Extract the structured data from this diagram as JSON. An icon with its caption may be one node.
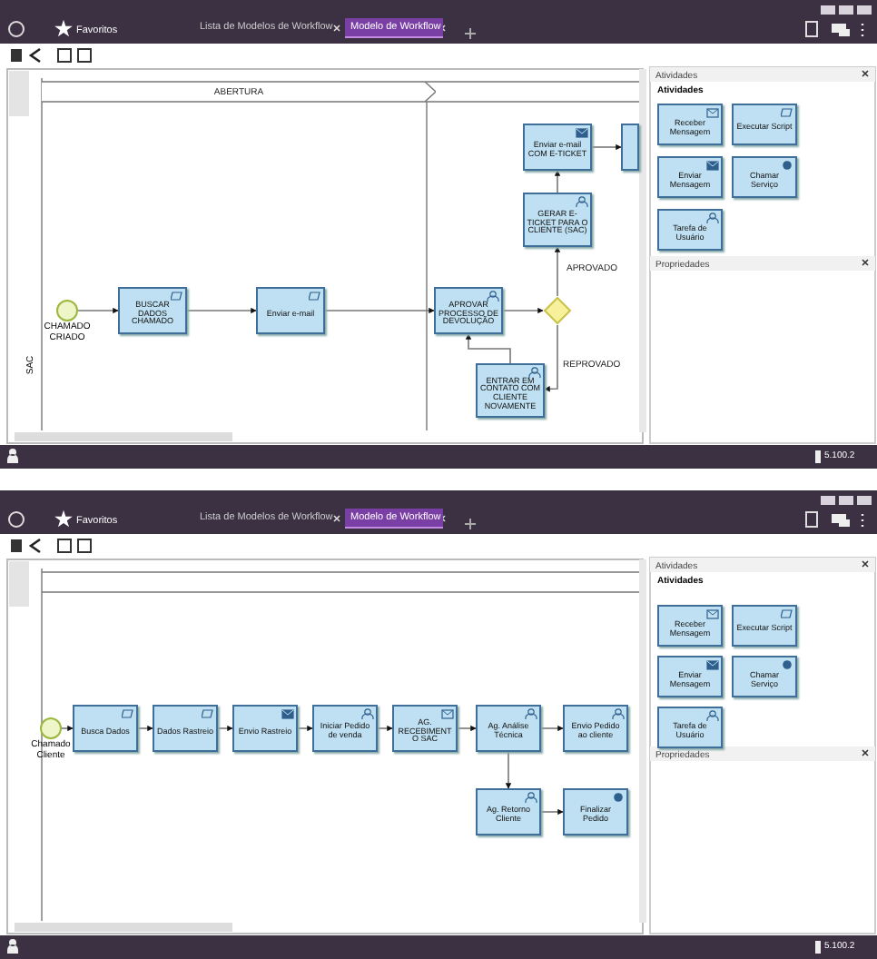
{
  "diagram": {
    "nodes": [
      {
        "text": [
          "ABERTURA"
        ]
      },
      {
        "text": [],
        "shape": "circle",
        "beside": [
          "CHAMADO CRIADO"
        ]
      },
      {
        "text": [
          "BUSCAR DADOS CHAMADO"
        ]
      },
      {
        "text": [
          "Enviar e-mail"
        ]
      },
      {
        "text": [
          "APROVAR PROCESSO DE DEVOLUÇÃO"
        ]
      },
      {
        "text": [],
        "shape": "diamond"
      },
      {
        "text": [
          "ENTRAR EM CONTATO COM CLIENTE NOVAMENTE"
        ]
      },
      {
        "text": [
          "GERAR E-TICKET PARA O CLIENTE (SAC)"
        ]
      },
      {
        "text": [
          "Enviar e-mail COM E-TICKET"
        ]
      },
      {
        "text": [],
        "shape": "box"
      },
      {
        "text": [
          "Receber Mensagem"
        ]
      },
      {
        "text": [
          "Executar Script"
        ]
      },
      {
        "text": [
          "Enviar Mensagem"
        ]
      },
      {
        "text": [
          "Chamar Serviço"
        ]
      },
      {
        "text": [
          "Tarefa de Usuário"
        ]
      },
      {
        "text": [],
        "shape": "circle",
        "beside": [
          "Chamado Cliente"
        ]
      },
      {
        "text": [
          "Busca Dados"
        ]
      },
      {
        "text": [
          "Dados Rastreio"
        ]
      },
      {
        "text": [
          "Envio Rastreio"
        ]
      },
      {
        "text": [
          "Iniciar Pedido de venda"
        ]
      },
      {
        "text": [
          "AG. RECEBIMENTO SAC"
        ]
      },
      {
        "text": [
          "Ag. Análise Técnica"
        ]
      },
      {
        "text": [
          "Envio Pedido ao cliente"
        ]
      },
      {
        "text": [
          "Ag. Retorno Cliente"
        ]
      },
      {
        "text": [
          "Finalizar Pedido"
        ]
      },
      {
        "text": [
          "Receber Mensagem"
        ]
      },
      {
        "text": [
          "Executar Script"
        ]
      },
      {
        "text": [
          "Enviar Mensagem"
        ]
      },
      {
        "text": [
          "Chamar Serviço"
        ]
      },
      {
        "text": [
          "Tarefa de Usuário"
        ]
      }
    ],
    "edges": [
      {
        "from": 1,
        "to": 2,
        "arrow": "to"
      },
      {
        "from": 2,
        "to": 3,
        "arrow": "to"
      },
      {
        "from": 3,
        "to": 4,
        "arrow": "to"
      },
      {
        "from": 4,
        "to": 5,
        "arrow": "to"
      },
      {
        "from": 5,
        "to": 7,
        "arrow": "to",
        "label": "APROVADO"
      },
      {
        "from": 5,
        "to": 6,
        "arrow": "to",
        "label": "REPROVADO"
      },
      {
        "from": 6,
        "to": 4,
        "arrow": "to"
      },
      {
        "from": 7,
        "to": 8,
        "arrow": "to"
      },
      {
        "from": 8,
        "to": 9,
        "arrow": "to"
      },
      {
        "from": 15,
        "to": 16,
        "arrow": "to"
      },
      {
        "from": 16,
        "to": 17,
        "arrow": "to"
      },
      {
        "from": 17,
        "to": 18,
        "arrow": "to"
      },
      {
        "from": 18,
        "to": 19,
        "arrow": "to"
      },
      {
        "from": 19,
        "to": 20,
        "arrow": "to"
      },
      {
        "from": 20,
        "to": 21,
        "arrow": "to"
      },
      {
        "from": 21,
        "to": 22,
        "arrow": "to"
      },
      {
        "from": 21,
        "to": 23,
        "arrow": "to"
      },
      {
        "from": 23,
        "to": 24,
        "arrow": "to"
      }
    ],
    "labels": [
      "Favoritos",
      "Lista de Modelos de Workflow",
      "Modelo de Workflow",
      "SAC",
      "Atividades",
      "Atividades",
      "Propriedades",
      "5.100.2",
      "Favoritos",
      "Lista de Modelos de Workflow",
      "Modelo de Workflow",
      "Atividades",
      "Atividades",
      "Propriedades",
      "5.100.2"
    ]
  }
}
